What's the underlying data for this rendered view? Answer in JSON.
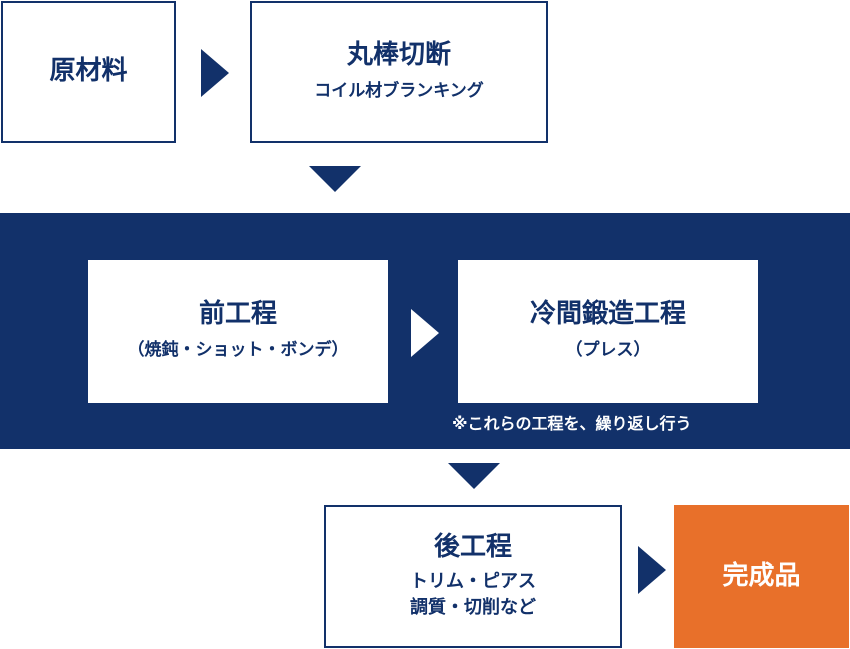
{
  "steps": {
    "raw_material": {
      "title": "原材料"
    },
    "cutting": {
      "title": "丸棒切断",
      "subtitle": "コイル材ブランキング"
    },
    "pre_process": {
      "title": "前工程",
      "subtitle": "（焼鈍・ショット・ボンデ）"
    },
    "cold_forging": {
      "title": "冷間鍛造工程",
      "subtitle": "（プレス）"
    },
    "post_process": {
      "title": "後工程",
      "line1": "トリム・ピアス",
      "line2": "調質・切削など"
    },
    "finished": {
      "title": "完成品"
    }
  },
  "note": "※これらの工程を、繰り返し行う",
  "colors": {
    "navy": "#12316a",
    "orange": "#e8702a",
    "white": "#ffffff"
  },
  "icons": {
    "right_arrow": "right-triangle-arrow",
    "down_arrow": "down-triangle-arrow"
  }
}
